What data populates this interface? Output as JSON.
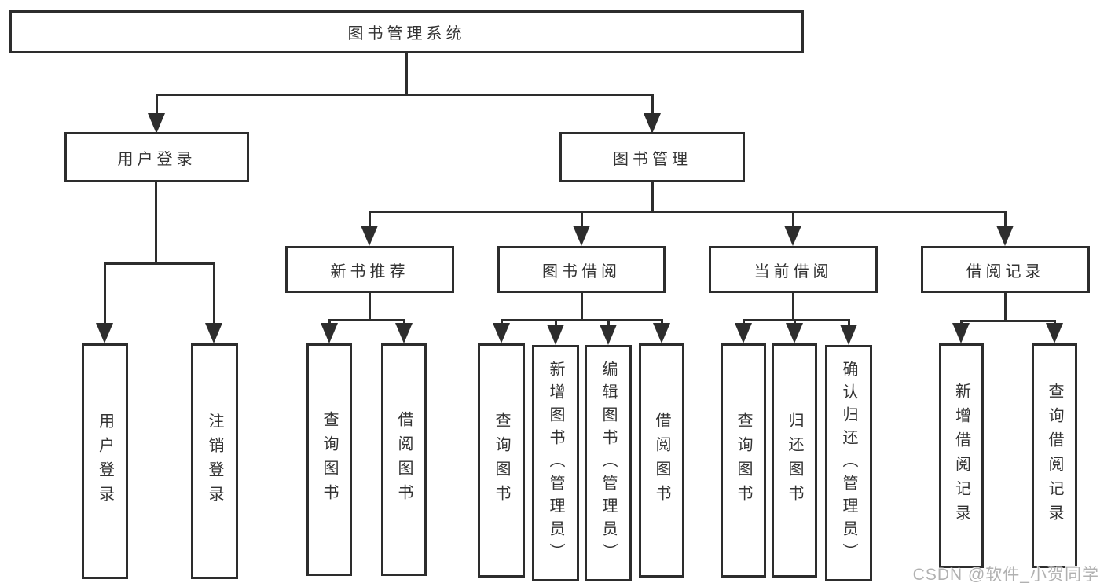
{
  "diagram": {
    "root": "图书管理系统",
    "branches": {
      "user_login": {
        "label": "用户登录",
        "children": [
          "用户登录",
          "注销登录"
        ]
      },
      "book_mgmt": {
        "label": "图书管理",
        "children": {
          "new_book_rec": {
            "label": "新书推荐",
            "children": [
              "查询图书",
              "借阅图书"
            ]
          },
          "book_borrow": {
            "label": "图书借阅",
            "children": [
              "查询图书",
              "新增图书（管理员）",
              "编辑图书（管理员）",
              "借阅图书"
            ]
          },
          "current_borrow": {
            "label": "当前借阅",
            "children": [
              "查询图书",
              "归还图书",
              "确认归还（管理员）"
            ]
          },
          "borrow_records": {
            "label": "借阅记录",
            "children": [
              "新增借阅记录",
              "查询借阅记录"
            ]
          }
        }
      }
    }
  },
  "watermark": "CSDN @软件_小贺同学",
  "colors": {
    "line": "#2d2d2d",
    "text": "#333333",
    "background": "#ffffff",
    "watermark": "#adadad"
  }
}
